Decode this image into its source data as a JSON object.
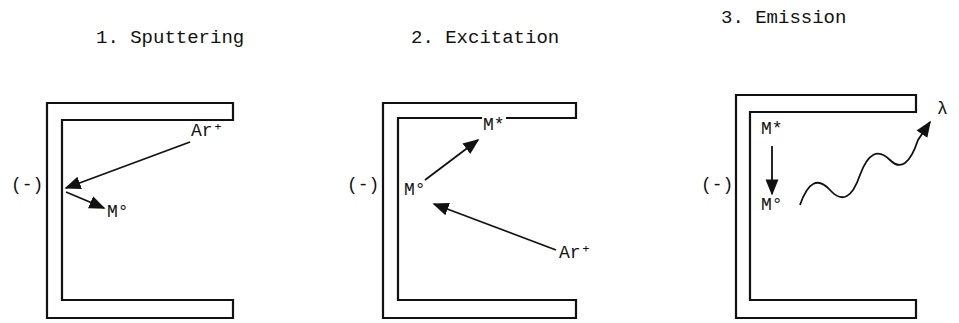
{
  "diagram": {
    "labels": [
      "1. Sputtering",
      "2. Excitation",
      "3. Emission",
      "(-)",
      "Ar⁺",
      "M°",
      "(-)",
      "M*",
      "M°",
      "Ar⁺",
      "(-)",
      "M*",
      "M°",
      "λ"
    ]
  }
}
